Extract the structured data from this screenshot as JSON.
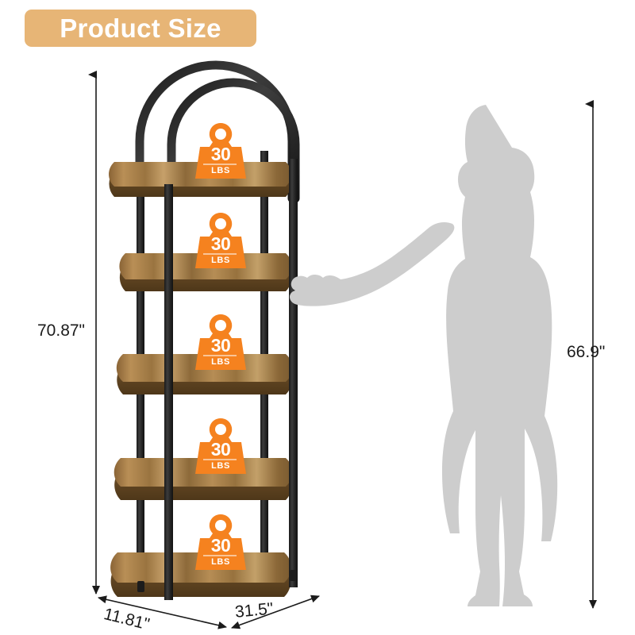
{
  "header": {
    "title": "Product Size",
    "badge_color": "#e7b576",
    "text_color": "#ffffff"
  },
  "colors": {
    "accent_orange": "#f5821f",
    "frame_black": "#2b2b2b",
    "wood_light": "#c9a167",
    "wood_mid": "#9d7a43",
    "wood_dark": "#6b4a23",
    "silhouette_grey": "#cdcdcd",
    "dimension_line": "#1b1b1b",
    "background": "#ffffff"
  },
  "product": {
    "type": "5-tier arched bookshelf",
    "shelf_count": 5,
    "post_count": 4,
    "arch_count": 2
  },
  "dimensions": {
    "height": "70.87\"",
    "depth": "11.81\"",
    "width": "31.5\"",
    "person_height": "66.9\""
  },
  "weight_badges": [
    {
      "id": "shelf-1",
      "value": "30",
      "unit": "LBS"
    },
    {
      "id": "shelf-2",
      "value": "30",
      "unit": "LBS"
    },
    {
      "id": "shelf-3",
      "value": "30",
      "unit": "LBS"
    },
    {
      "id": "shelf-4",
      "value": "30",
      "unit": "LBS"
    },
    {
      "id": "shelf-5",
      "value": "30",
      "unit": "LBS"
    }
  ],
  "icons": {
    "weight": "weight-kettlebell-icon",
    "person": "female-silhouette-icon",
    "arrow_up": "arrow-up-icon",
    "arrow_down": "arrow-down-icon",
    "arrow_left": "arrow-left-icon",
    "arrow_right": "arrow-right-icon"
  }
}
